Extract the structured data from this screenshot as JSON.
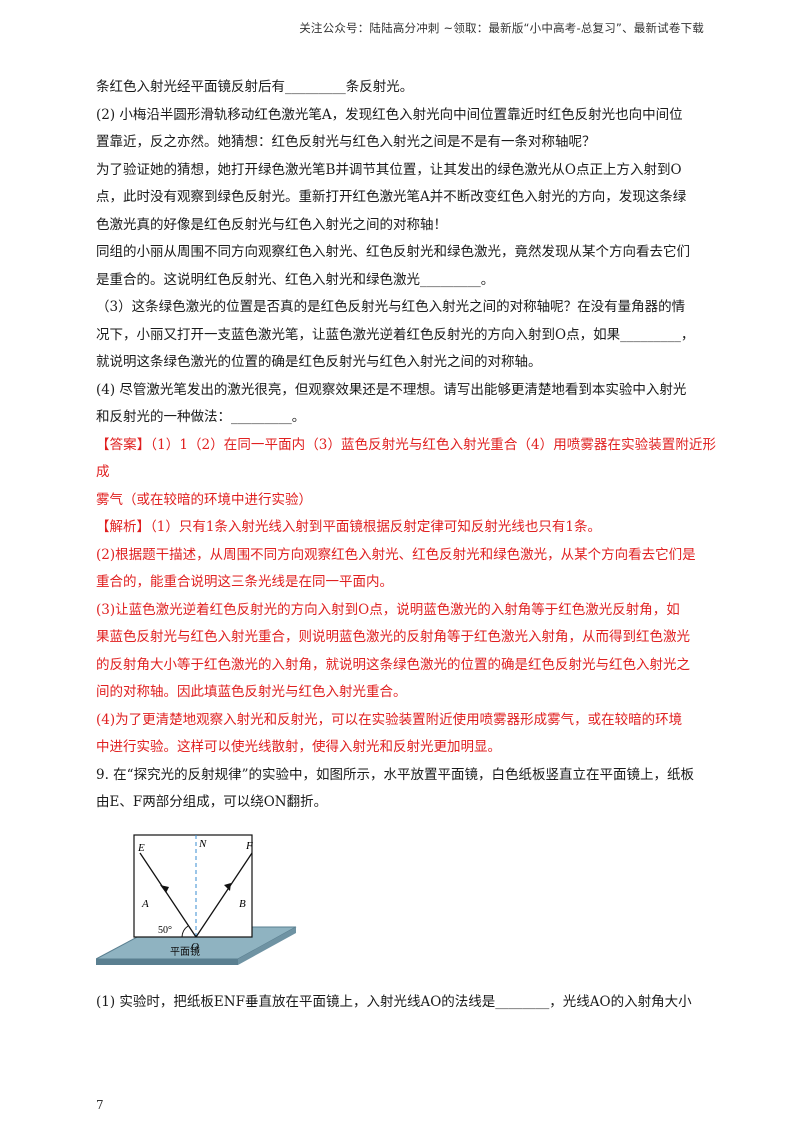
{
  "header": {
    "text": "关注公众号：陆陆高分冲刺  ~领取：最新版“小中高考-总复习”、最新试卷下载"
  },
  "lines": [
    {
      "text": "条红色入射光经平面镜反射后有_________条反射光。",
      "style": "normal"
    },
    {
      "text": "(2) 小梅沿半圆形滑轨移动红色激光笔A，发现红色入射光向中间位置靠近时红色反射光也向中间位",
      "style": "normal"
    },
    {
      "text": "置靠近，反之亦然。她猜想：红色反射光与红色入射光之间是不是有一条对称轴呢？",
      "style": "normal"
    },
    {
      "text": "为了验证她的猜想，她打开绿色激光笔B并调节其位置，让其发出的绿色激光从O点正上方入射到O",
      "style": "normal"
    },
    {
      "text": "点，此时没有观察到绿色反射光。重新打开红色激光笔A并不断改变红色入射光的方向，发现这条绿",
      "style": "normal"
    },
    {
      "text": "色激光真的好像是红色反射光与红色入射光之间的对称轴！",
      "style": "normal"
    },
    {
      "text": "同组的小丽从周围不同方向观察红色入射光、红色反射光和绿色激光，竟然发现从某个方向看去它们",
      "style": "normal"
    },
    {
      "text": "是重合的。这说明红色反射光、红色入射光和绿色激光_________。",
      "style": "normal"
    },
    {
      "text": "（3）这条绿色激光的位置是否真的是红色反射光与红色入射光之间的对称轴呢？在没有量角器的情",
      "style": "normal"
    },
    {
      "text": "况下，小丽又打开一支蓝色激光笔，让蓝色激光逆着红色反射光的方向入射到O点，如果_________，",
      "style": "normal"
    },
    {
      "text": "就说明这条绿色激光的位置的确是红色反射光与红色入射光之间的对称轴。",
      "style": "normal"
    },
    {
      "text": "(4) 尽管激光笔发出的激光很亮，但观察效果还是不理想。请写出能够更清楚地看到本实验中入射光",
      "style": "normal"
    },
    {
      "text": "和反射光的一种做法：_________。",
      "style": "normal"
    },
    {
      "text": "【答案】（1）1（2）在同一平面内（3）蓝色反射光与红色入射光重合（4）用喷雾器在实验装置附近形成",
      "style": "red"
    },
    {
      "text": "雾气（或在较暗的环境中进行实验）",
      "style": "red"
    },
    {
      "text": "【解析】（1）只有1条入射光线入射到平面镜根据反射定律可知反射光线也只有1条。",
      "style": "red"
    },
    {
      "text": "(2)根据题干描述，从周围不同方向观察红色入射光、红色反射光和绿色激光，从某个方向看去它们是",
      "style": "red"
    },
    {
      "text": "重合的，能重合说明这三条光线是在同一平面内。",
      "style": "red"
    },
    {
      "text": "(3)让蓝色激光逆着红色反射光的方向入射到O点，说明蓝色激光的入射角等于红色激光反射角，如",
      "style": "red"
    },
    {
      "text": "果蓝色反射光与红色入射光重合，则说明蓝色激光的反射角等于红色激光入射角，从而得到红色激光",
      "style": "red"
    },
    {
      "text": "的反射角大小等于红色激光的入射角，就说明这条绿色激光的位置的确是红色反射光与红色入射光之",
      "style": "red"
    },
    {
      "text": "间的对称轴。因此填蓝色反射光与红色入射光重合。",
      "style": "red"
    },
    {
      "text": "(4)为了更清楚地观察入射光和反射光，可以在实验装置附近使用喷雾器形成雾气，或在较暗的环境",
      "style": "red"
    },
    {
      "text": "中进行实验。这样可以使光线散射，使得入射光和反射光更加明显。",
      "style": "red"
    },
    {
      "text": "9. 在“探究光的反射规律”的实验中，如图所示，水平放置平面镜，白色纸板竖直立在平面镜上，纸板",
      "style": "normal"
    },
    {
      "text": "由E、F两部分组成，可以绕ON翻折。",
      "style": "normal"
    }
  ],
  "figure": {
    "labels": {
      "E": "E",
      "F": "F",
      "N": "N",
      "A": "A",
      "B": "B",
      "O": "O",
      "angle": "50°",
      "mirror": "平面镜"
    },
    "colors": {
      "mirror_top": "#8fb3c1",
      "mirror_edge": "#5a7f90",
      "line": "#111111",
      "normal": "#3a8ed0"
    }
  },
  "after_figure": [
    {
      "text": "(1) 实验时，把纸板ENF垂直放在平面镜上，入射光线AO的法线是________，光线AO的入射角大小",
      "style": "normal"
    }
  ],
  "page_number": "7"
}
